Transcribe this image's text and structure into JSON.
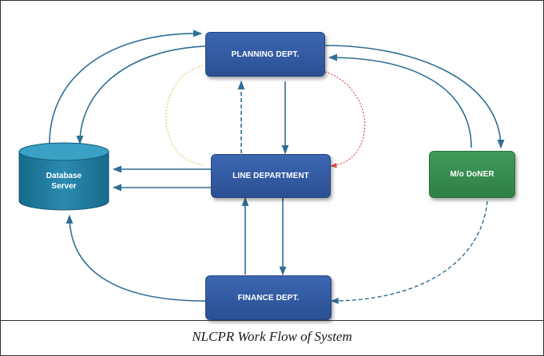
{
  "diagram": {
    "nodes": {
      "planning": "PLANNING DEPT.",
      "line": "LINE DEPARTMENT",
      "finance": "FINANCE DEPT.",
      "doner": "M/o DoNER",
      "database_line1": "Database",
      "database_line2": "Server"
    },
    "colors": {
      "box_blue": "#2e57a0",
      "box_green": "#368a50",
      "db_teal": "#1e7a9c",
      "arrow_blue": "#2f6e96",
      "arc_yellow": "#e8c66a",
      "arc_red": "#d9534f"
    }
  },
  "caption": "NLCPR Work Flow of System"
}
